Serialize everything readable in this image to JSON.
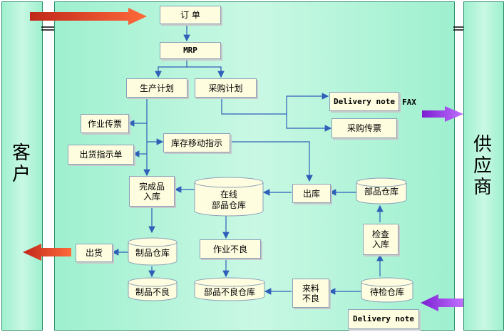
{
  "left_panel": {
    "label_line1": "客",
    "label_line2": "户"
  },
  "right_panel": {
    "label_line1": "供",
    "label_line2": "应",
    "label_line3": "商"
  },
  "nodes": {
    "order": "订  单",
    "mrp": "MRP",
    "production_plan": "生产计划",
    "purchase_plan": "采购计划",
    "work_slip": "作业传票",
    "shipping_instruction": "出货指示单",
    "stock_move": "库存移动指示",
    "delivery_note_out": "Delivery note",
    "fax": "FAX",
    "purchase_slip": "采购传票",
    "finished_line1": "完成品",
    "finished_line2": "入库",
    "online_parts_line1": "在线",
    "online_parts_line2": "部品仓库",
    "outbound": "出库",
    "parts_warehouse": "部品仓库",
    "product_warehouse": "制品仓库",
    "work_defect": "作业不良",
    "inspect_line1": "检查",
    "inspect_line2": "入库",
    "shipment": "出货",
    "product_defect": "制品不良",
    "parts_defect_warehouse": "部品不良仓库",
    "incoming_defect_line1": "来料",
    "incoming_defect_line2": "不良",
    "pending_inspection": "待检仓库",
    "delivery_note_in": "Delivery note"
  },
  "colors": {
    "panel": "#b8f5dc",
    "box": "#fffde0",
    "connector": "#2f5fb8",
    "arrow_red": "#e8442a",
    "arrow_purple": "#9a3ee8"
  }
}
